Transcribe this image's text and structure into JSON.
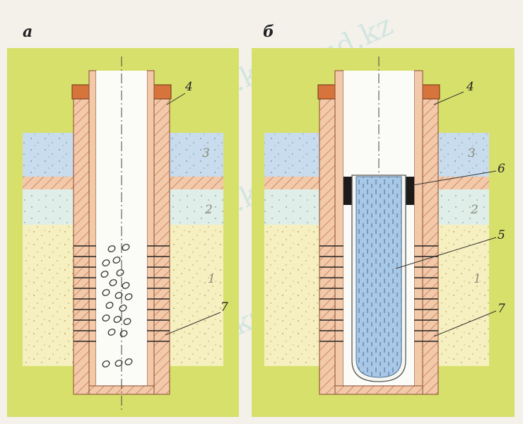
{
  "panels": [
    {
      "id": "a",
      "label": "а"
    },
    {
      "id": "b",
      "label": "б"
    }
  ],
  "layer_labels": [
    "1",
    "2",
    "3"
  ],
  "callouts": {
    "casing": "4",
    "filter": "5",
    "packer": "6",
    "perforation": "7"
  },
  "watermark": "Stud.kz",
  "colors": {
    "ground": "#d7e06b",
    "sand": "#f6efbf",
    "aquifer_blue": "#c9dced",
    "aquifer_light": "#dfeee8",
    "casing": "#f2c9a9",
    "casing_hatch": "#c97a5c",
    "collar": "#d7743c",
    "bore": "#fbfbf7",
    "filter_fill": "#a9c8e6",
    "packer": "#1b1b1b"
  }
}
